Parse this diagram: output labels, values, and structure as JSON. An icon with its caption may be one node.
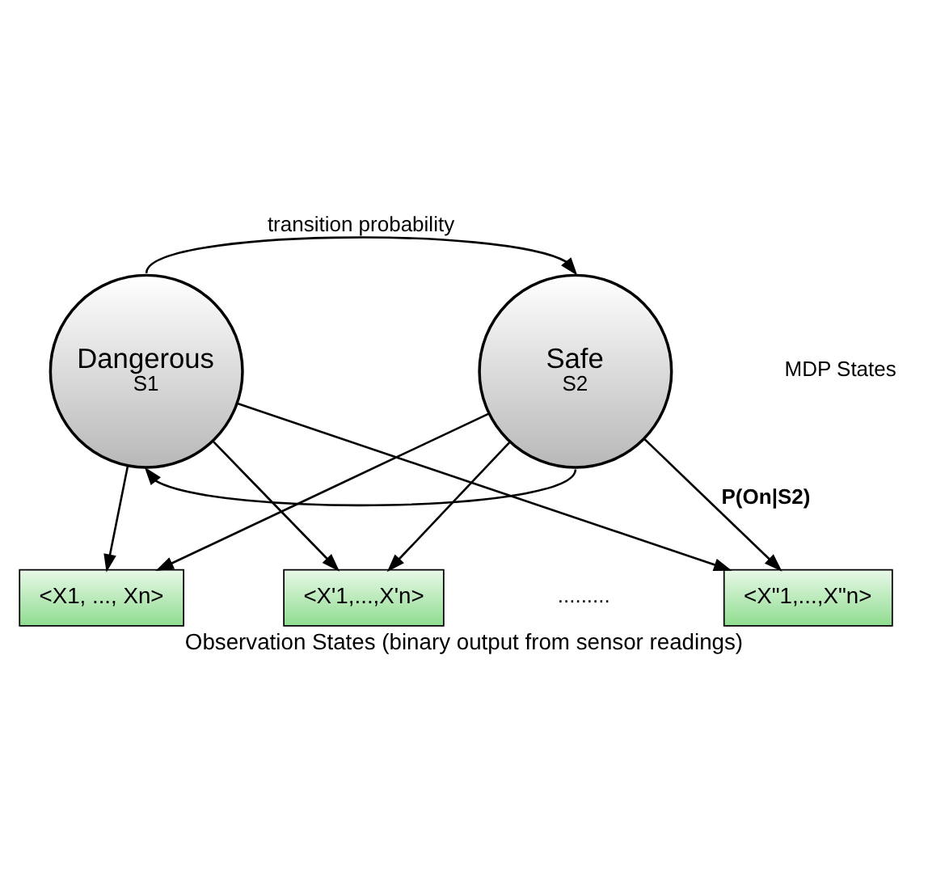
{
  "diagram": {
    "caption": "Observation States (binary output from sensor readings)",
    "nodes": [
      {
        "text": [
          "Dangerous",
          "S1"
        ]
      },
      {
        "text": [
          "Safe",
          "S2"
        ]
      },
      {
        "text": [
          "<X1, ..., Xn>"
        ]
      },
      {
        "text": [
          "<X'1,...,X'n>"
        ]
      },
      {
        "text": [
          "<X\"1,...,X\"n>"
        ]
      }
    ],
    "edges": [
      {
        "from": 0,
        "to": 1,
        "arrow": "to",
        "label": "transition probability"
      },
      {
        "from": 1,
        "to": 0,
        "arrow": "to"
      },
      {
        "from": 0,
        "to": 2,
        "arrow": "to"
      },
      {
        "from": 0,
        "to": 3,
        "arrow": "to"
      },
      {
        "from": 0,
        "to": 4,
        "arrow": "to"
      },
      {
        "from": 1,
        "to": 2,
        "arrow": "to"
      },
      {
        "from": 1,
        "to": 3,
        "arrow": "to"
      },
      {
        "from": 1,
        "to": 4,
        "arrow": "to",
        "label": "P(On|S2)"
      }
    ],
    "labels": [
      "MDP States",
      "........."
    ]
  }
}
